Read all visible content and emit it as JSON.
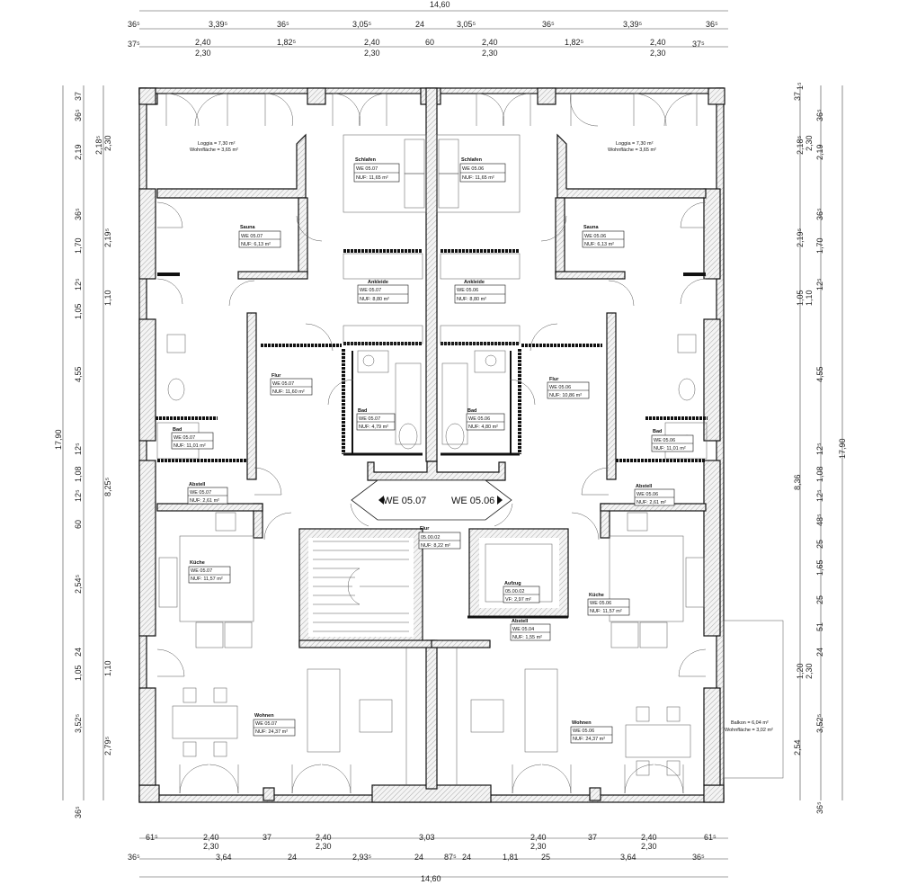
{
  "dimensions": {
    "overall_width": "14,60",
    "top_row1": [
      "36⁵",
      "3,39⁵",
      "36⁵",
      "3,05⁵",
      "24",
      "3,05⁵",
      "36⁵",
      "3,39⁵",
      "36⁵"
    ],
    "top_row2a": [
      "37⁵",
      "2,40",
      "1,82⁵",
      "2,40",
      "60",
      "2,40",
      "1,82⁵",
      "2,40",
      "37⁵"
    ],
    "top_row2b": [
      "2,30",
      "2,30",
      "2,30",
      "2,30"
    ],
    "bottom_row1a": [
      "61⁵",
      "2,40",
      "37",
      "2,40",
      "3,03",
      "2,40",
      "37",
      "2,40",
      "61⁵"
    ],
    "bottom_row1b": [
      "2,30",
      "2,30",
      "2,30",
      "2,30"
    ],
    "bottom_row2": [
      "36⁵",
      "3,64",
      "24",
      "2,93⁵",
      "24",
      "87⁵",
      "24",
      "1,81",
      "25",
      "3,64",
      "36⁵"
    ],
    "left_outer": [
      "37",
      "36⁵",
      "2,19",
      "36⁵",
      "1,70",
      "12⁵",
      "1,05",
      "4,55",
      "12⁵",
      "1,08",
      "12⁵",
      "60",
      "2,54⁵",
      "24",
      "1,05",
      "3,52⁵",
      "36⁵"
    ],
    "left_total": "17,90",
    "left_inner": [
      "2,18⁵",
      "2,30",
      "2,19⁵",
      "1,10",
      "8,25⁵",
      "1,10",
      "2,79⁵"
    ],
    "right_outer": [
      "37",
      "36⁵",
      "2,19",
      "36⁵",
      "1,70",
      "12⁵",
      "1,05",
      "4,55",
      "12⁵",
      "1,08",
      "12⁵",
      "48⁵",
      "25",
      "1,65",
      "25",
      "51",
      "24",
      "1,20",
      "3,52⁵",
      "36⁵"
    ],
    "right_total": "17,90",
    "right_inner": [
      "2,18⁵",
      "2,30",
      "2,19⁵",
      "1,10",
      "8,36",
      "2,30",
      "2,54"
    ],
    "right_small": "1⁵"
  },
  "rooms": {
    "loggia_left": {
      "line1": "Loggia = 7,30 m²",
      "line2": "Wohnfläche = 3,65 m²"
    },
    "loggia_right": {
      "line1": "Loggia = 7,30 m²",
      "line2": "Wohnfläche = 3,65 m²"
    },
    "schlafen_left": {
      "name": "Schlafen",
      "unit": "WE 05.07",
      "nuf": "NUF: 11,65 m²"
    },
    "schlafen_right": {
      "name": "Schlafen",
      "unit": "WE 05.06",
      "nuf": "NUF: 11,65 m²"
    },
    "sauna_left": {
      "name": "Sauna",
      "unit": "WE 05.07",
      "nuf": "NUF: 6,13 m²"
    },
    "sauna_right": {
      "name": "Sauna",
      "unit": "WE 05.06",
      "nuf": "NUF: 6,13 m²"
    },
    "ankleide_left": {
      "name": "Ankleide",
      "unit": "WE 05.07",
      "nuf": "NUF: 8,80 m²"
    },
    "ankleide_right": {
      "name": "Ankleide",
      "unit": "WE 05.06",
      "nuf": "NUF: 8,80 m²"
    },
    "flur_left": {
      "name": "Flur",
      "unit": "WE 05.07",
      "nuf": "NUF: 11,60 m²"
    },
    "flur_right": {
      "name": "Flur",
      "unit": "WE 05.06",
      "nuf": "NUF: 10,86 m²"
    },
    "bad_center_left": {
      "name": "Bad",
      "unit": "WE 05.07",
      "nuf": "NUF: 4,79 m²"
    },
    "bad_center_right": {
      "name": "Bad",
      "unit": "WE 05.06",
      "nuf": "NUF: 4,80 m²"
    },
    "bad_left": {
      "name": "Bad",
      "unit": "WE 05.07",
      "nuf": "NUF: 11,01 m²"
    },
    "bad_right": {
      "name": "Bad",
      "unit": "WE 05.06",
      "nuf": "NUF: 11,01 m²"
    },
    "abstell_left": {
      "name": "Abstell",
      "unit": "WE 05.07",
      "nuf": "NUF: 2,61 m²"
    },
    "abstell_right": {
      "name": "Abstell",
      "unit": "WE 05.06",
      "nuf": "NUF: 2,61 m²"
    },
    "flur_common": {
      "name": "Flur",
      "unit": "05.00.02",
      "nuf": "NUF: 8,22 m²"
    },
    "aufzug": {
      "name": "Aufzug",
      "unit": "05.00.02",
      "nuf": "VF: 2,97 m²"
    },
    "abstell_common": {
      "name": "Abstell",
      "unit": "WE 05.04",
      "nuf": "NUF: 1,55 m²"
    },
    "kueche_left": {
      "name": "Küche",
      "unit": "WE 05.07",
      "nuf": "NUF: 11,57 m²"
    },
    "kueche_right": {
      "name": "Küche",
      "unit": "WE 05.06",
      "nuf": "NUF: 11,57 m²"
    },
    "wohnen_left": {
      "name": "Wohnen",
      "unit": "WE 05.07",
      "nuf": "NUF: 24,37 m²"
    },
    "wohnen_right": {
      "name": "Wohnen",
      "unit": "WE 05.06",
      "nuf": "NUF: 24,37 m²"
    },
    "balkon": {
      "line1": "Balkon = 6,04 m²",
      "line2": "Wohnfläche = 3,02 m²"
    }
  },
  "entrances": {
    "left": "WE 05.07",
    "right": "WE 05.06"
  }
}
